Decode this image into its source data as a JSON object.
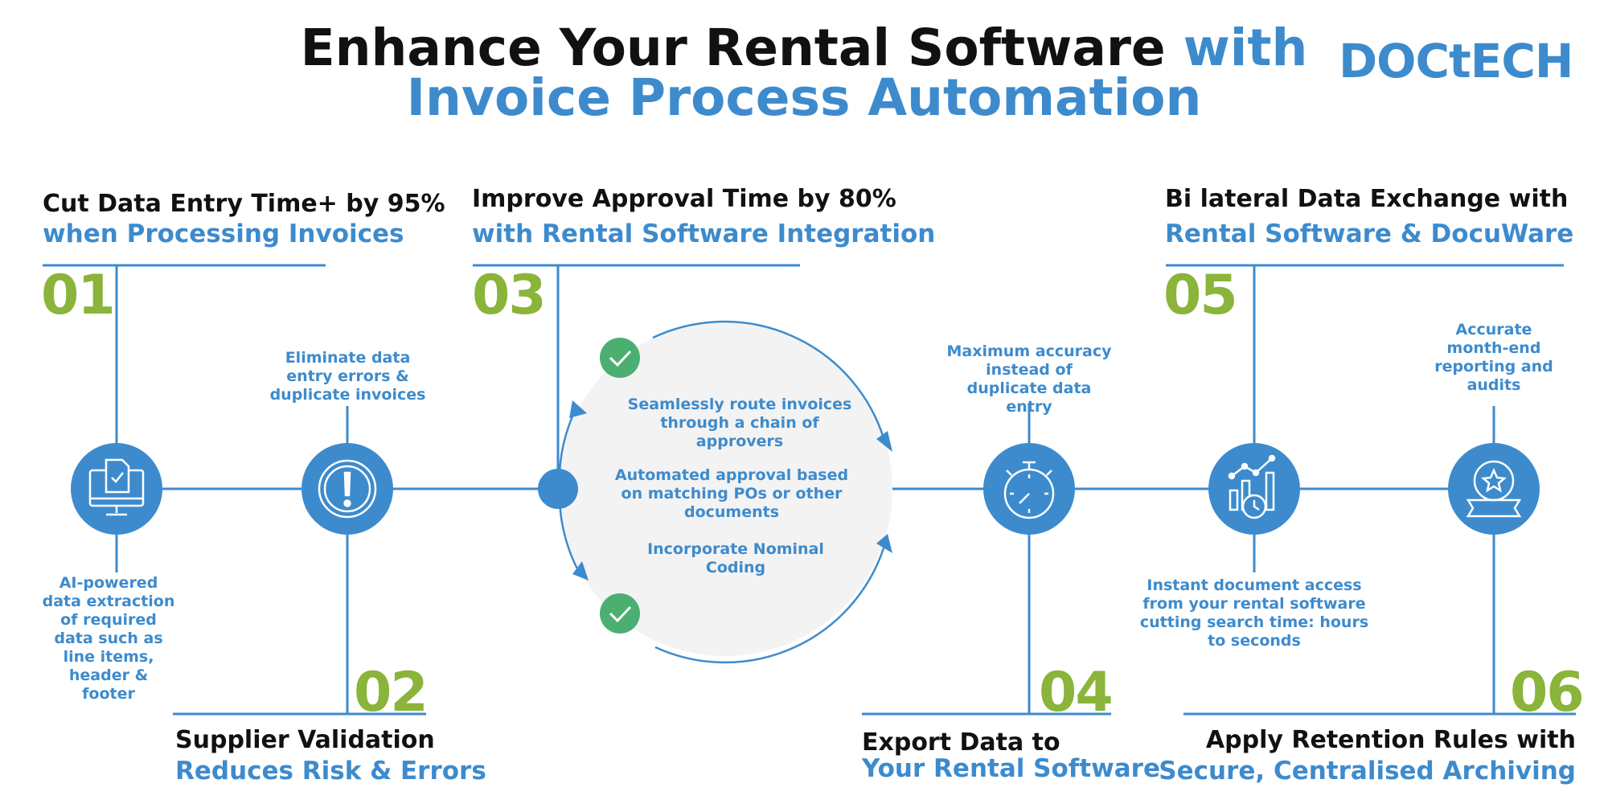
{
  "header": {
    "title_line1_black": "Enhance  Your Rental Software",
    "title_line1_blue": "with",
    "title_line2": "Invoice Process Automation",
    "logo_text": "DOCtECH"
  },
  "steps": [
    {
      "num": "01",
      "heading": "Cut Data Entry Time+ by 95%",
      "subheading": "when Processing Invoices",
      "note": "AI-powered data extraction of required data such as line items, header & footer",
      "icon": "monitor-document-check-icon"
    },
    {
      "num": "02",
      "heading": "Supplier Validation",
      "subheading": "Reduces Risk & Errors",
      "note": "Eliminate data entry errors & duplicate invoices",
      "icon": "alert-exclamation-icon"
    },
    {
      "num": "03",
      "heading": "Improve Approval Time by 80%",
      "subheading": "with Rental Software Integration",
      "icon": "approval-cycle-dot-icon"
    },
    {
      "num": "04",
      "heading": "Export Data to",
      "subheading": "Your Rental Software",
      "note": "Maximum accuracy instead of duplicate data entry",
      "icon": "stopwatch-icon"
    },
    {
      "num": "05",
      "heading": "Bi lateral Data Exchange with",
      "subheading": "Rental Software & DocuWare",
      "note": "Instant document access from your rental software cutting search time: hours to seconds",
      "icon": "chart-clock-icon"
    },
    {
      "num": "06",
      "heading": "Apply Retention Rules with",
      "subheading": "Secure, Centralised Archiving",
      "note": "Accurate month-end reporting and audits",
      "icon": "star-award-icon"
    }
  ],
  "approval_cycle": {
    "items": [
      "Seamlessly route invoices through a chain of approvers",
      "Automated approval based on matching POs or other documents",
      "Incorporate Nominal Coding"
    ]
  },
  "colors": {
    "blue": "#3d8bcd",
    "green": "#8ab43a",
    "check_green": "#4caf72",
    "circle_bg": "#f3f3f3",
    "text_black": "#111111"
  }
}
